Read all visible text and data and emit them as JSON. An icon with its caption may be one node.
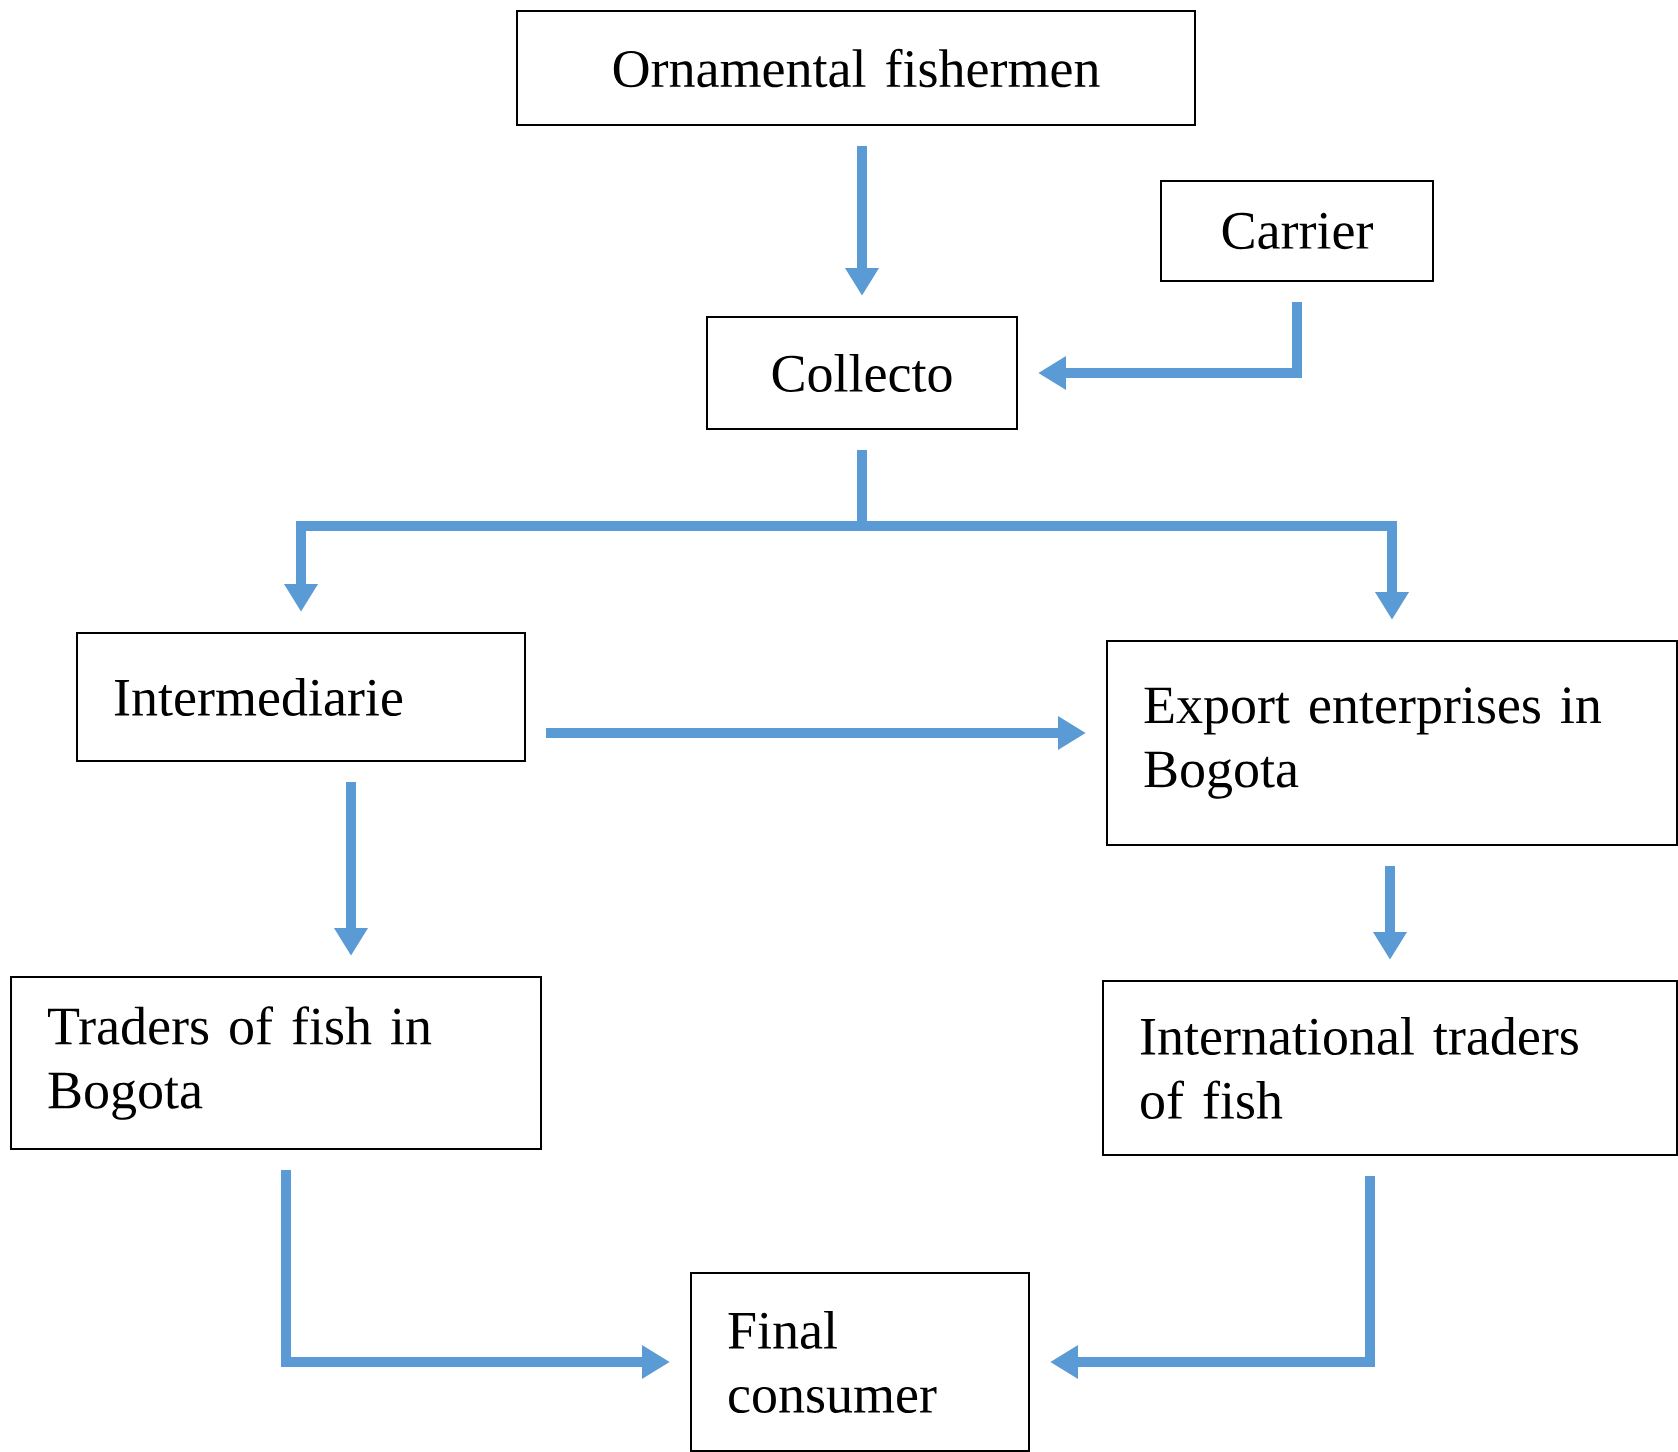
{
  "diagram": {
    "nodes": [
      {
        "text": [
          "Ornamental fishermen"
        ]
      },
      {
        "text": [
          "Carrier"
        ]
      },
      {
        "text": [
          "Collecto"
        ]
      },
      {
        "text": [
          "Intermediarie"
        ]
      },
      {
        "text": [
          "Export enterprises in Bogota"
        ]
      },
      {
        "text": [
          "Traders of fish in Bogota"
        ]
      },
      {
        "text": [
          "International traders of fish"
        ]
      },
      {
        "text": [
          "Final consumer"
        ]
      }
    ],
    "edges": [
      {
        "from": 0,
        "to": 2,
        "arrow": "to"
      },
      {
        "from": 1,
        "to": 2,
        "arrow": "to"
      },
      {
        "from": 2,
        "to": 3,
        "arrow": "to"
      },
      {
        "from": 2,
        "to": 4,
        "arrow": "to"
      },
      {
        "from": 3,
        "to": 4,
        "arrow": "to"
      },
      {
        "from": 3,
        "to": 5,
        "arrow": "to"
      },
      {
        "from": 4,
        "to": 6,
        "arrow": "to"
      },
      {
        "from": 5,
        "to": 7,
        "arrow": "to"
      },
      {
        "from": 6,
        "to": 7,
        "arrow": "to"
      }
    ]
  }
}
